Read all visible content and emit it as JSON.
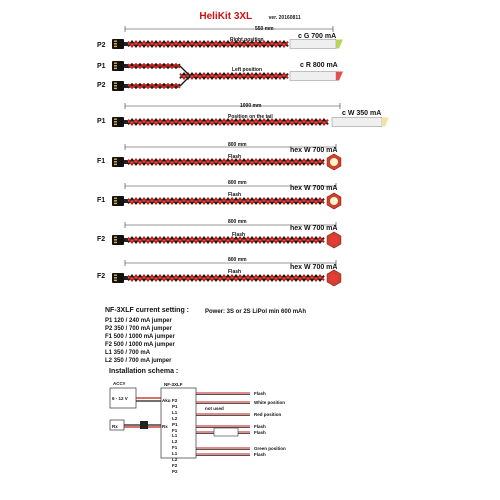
{
  "header": {
    "title": "HeliKit 3XL",
    "version": "ver. 20160811"
  },
  "cables": [
    {
      "port": "P2",
      "desc": "Right position",
      "length": "550 mm",
      "led": "c G 700 mA"
    },
    {
      "port": "P1",
      "port2": "P2",
      "desc": "Left position",
      "led": "c R 800 mA"
    },
    {
      "port": "P1",
      "desc": "Position on the tail",
      "length": "1000 mm",
      "led": "c W 350 mA"
    },
    {
      "port": "F1",
      "desc": "Flash",
      "length": "800 mm",
      "led": "hex W 700 mA"
    },
    {
      "port": "F1",
      "desc": "Flash",
      "length": "800 mm",
      "led": "hex W 700 mA"
    },
    {
      "port": "F2",
      "desc": "Flash",
      "length": "800 mm",
      "led": "hex W 700 mA"
    },
    {
      "port": "F2",
      "desc": "Flash",
      "length": "800 mm",
      "led": "hex W 700 mA"
    }
  ],
  "settings": {
    "title": "NF-3XLF current setting :",
    "power": "Power:   3S or 2S LiPol  min 600 mAh",
    "lines": [
      "P1  120 /   240 mA   jumper",
      "P2  350 /   700 mA  jumper",
      "F1  500 / 1000 mA  jumper",
      "F2  500 / 1000 mA  jumper",
      "L1  350 /   700 mA",
      "L2  350 /   700 mA  jumper"
    ]
  },
  "installation": {
    "title": "Installation schema :",
    "acc": "ACC#",
    "voltage": "6 - 12 V",
    "rx": "Rx",
    "controller": "NF-3XLF",
    "aku": "Aku",
    "rxport": "Rx",
    "pins": [
      "F2",
      "P1",
      "L1",
      "L2",
      "P1",
      "F1",
      "L1",
      "L2",
      "F1",
      "L1",
      "L2",
      "F2",
      "P2"
    ],
    "not_used": "not used",
    "outputs": [
      "Flash",
      "White position",
      "Red position",
      "Flash",
      "Flash",
      "Green position",
      "Flash"
    ]
  },
  "colors": {
    "title": "#d01010",
    "wire_red": "#c61a14",
    "wire_black": "#1c1c1c"
  }
}
